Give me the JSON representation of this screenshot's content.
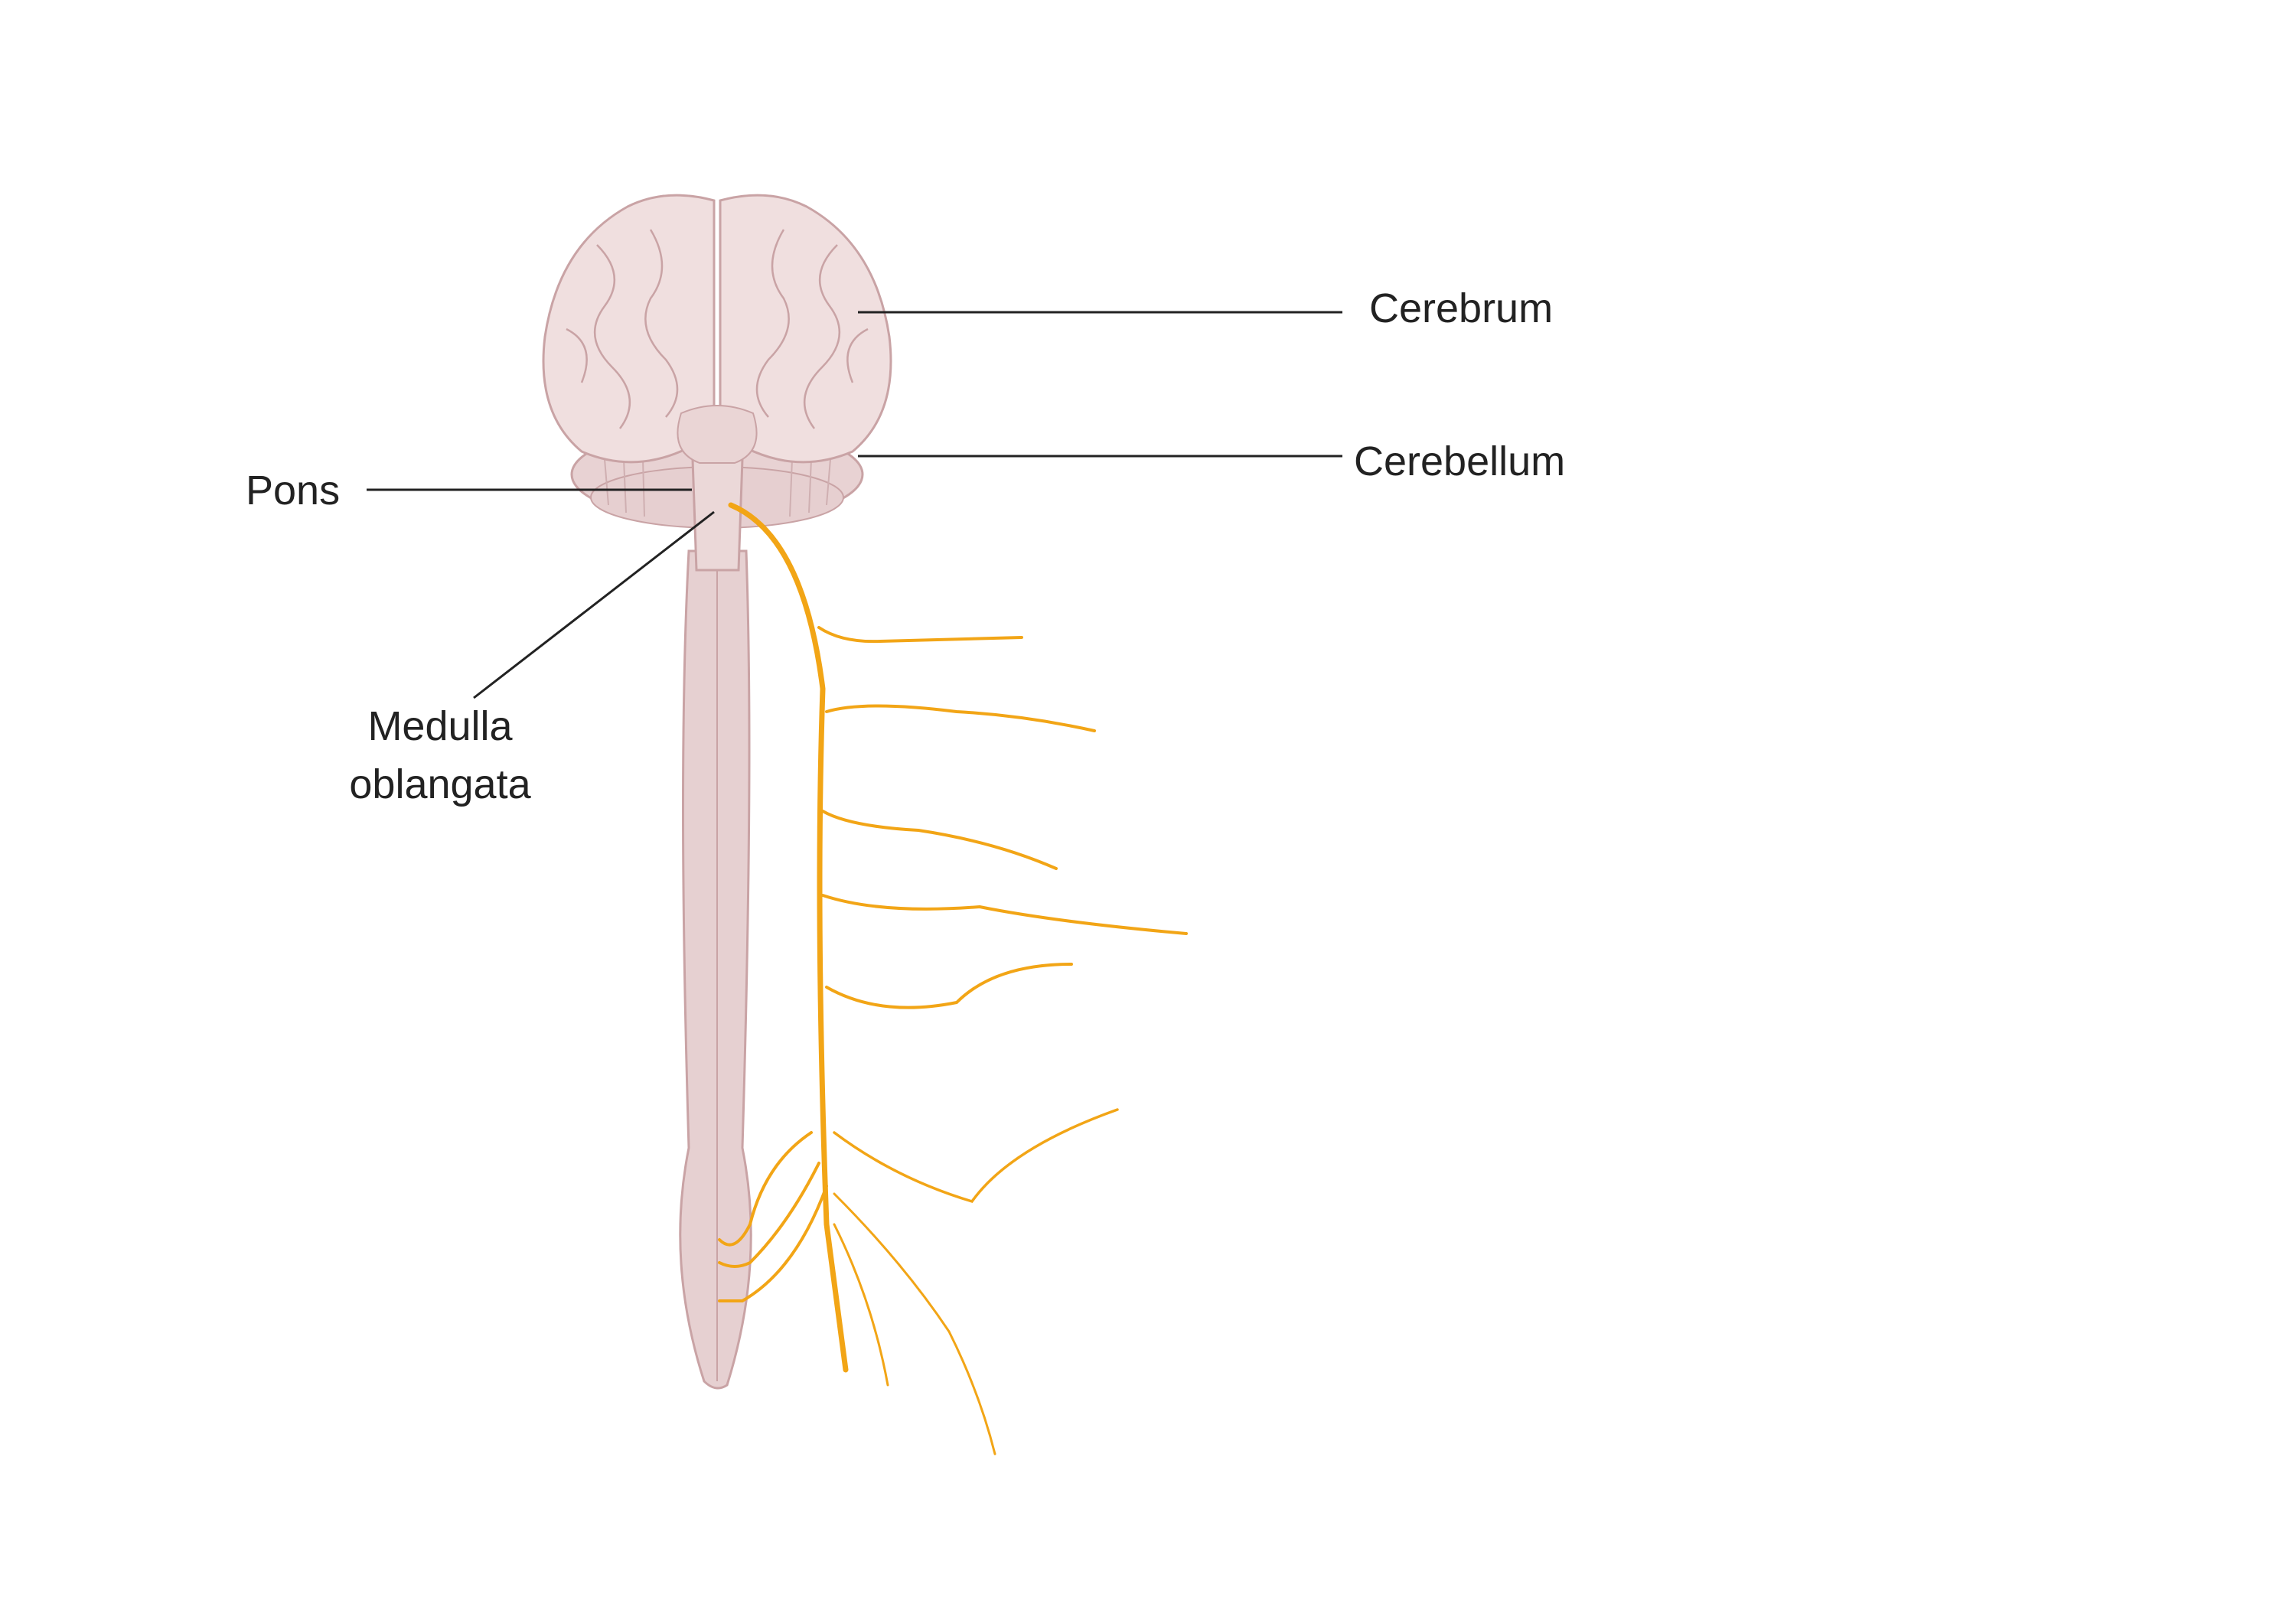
{
  "labels": {
    "cerebrum": "Cerebrum",
    "cerebellum": "Cerebellum",
    "pons": "Pons",
    "medulla_line1": "Medulla",
    "medulla_line2": "oblangata"
  },
  "colors": {
    "brain_fill": "#EDD9D9",
    "brain_stroke": "#C9A3A5",
    "nerve": "#F2A516",
    "leader_line": "#222222"
  }
}
